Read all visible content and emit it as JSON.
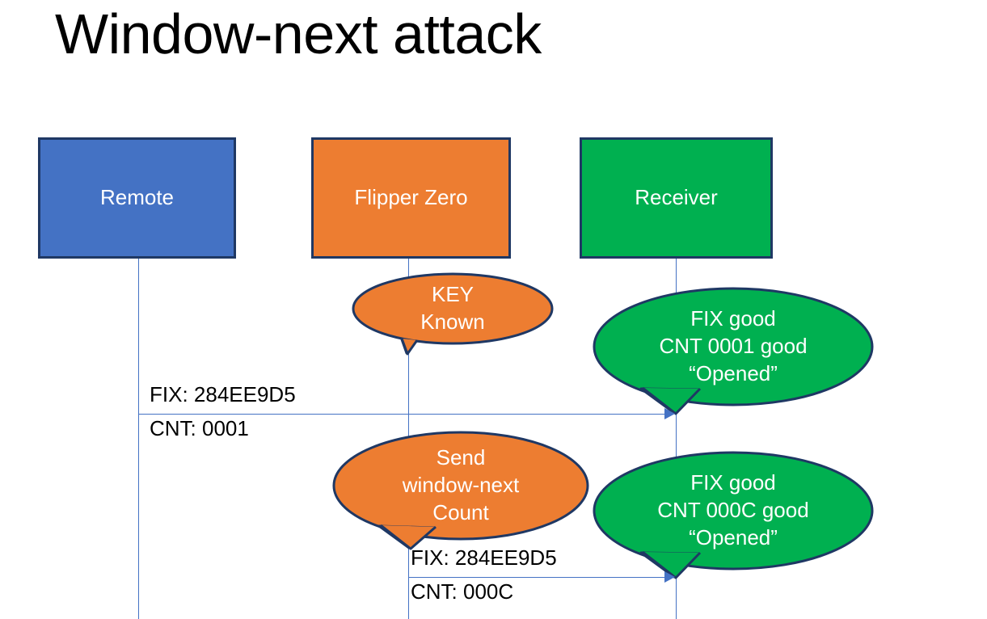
{
  "slide": {
    "title": "Window-next attack"
  },
  "colors": {
    "remote": "#4472C4",
    "flipper": "#ED7D31",
    "receiver": "#00B050",
    "border": "#1F3864",
    "lifeline": "#4472C4",
    "arrow": "#4472C4",
    "text_on_shape": "#FFFFFF",
    "label_text": "#000000",
    "background": "#FFFFFF"
  },
  "actors": [
    {
      "id": "remote",
      "label": "Remote"
    },
    {
      "id": "flipper",
      "label": "Flipper Zero"
    },
    {
      "id": "receiver",
      "label": "Receiver"
    }
  ],
  "callouts": [
    {
      "id": "key-known",
      "owner": "flipper",
      "color": "#ED7D31",
      "lines": [
        "KEY",
        "Known"
      ]
    },
    {
      "id": "receiver-ack-1",
      "owner": "receiver",
      "color": "#00B050",
      "lines": [
        "FIX good",
        "CNT 0001 good",
        "“Opened”"
      ]
    },
    {
      "id": "send-window-next",
      "owner": "flipper",
      "color": "#ED7D31",
      "lines": [
        "Send",
        "window-next",
        "Count"
      ]
    },
    {
      "id": "receiver-ack-2",
      "owner": "receiver",
      "color": "#00B050",
      "lines": [
        "FIX good",
        "CNT 000C good",
        "“Opened”"
      ]
    }
  ],
  "messages": [
    {
      "id": "msg-remote-to-receiver",
      "from": "remote",
      "to": "receiver",
      "label_above": "FIX: 284EE9D5",
      "label_below": "CNT: 0001"
    },
    {
      "id": "msg-flipper-to-receiver",
      "from": "flipper",
      "to": "receiver",
      "label_above": "FIX: 284EE9D5",
      "label_below": "CNT: 000C"
    }
  ]
}
